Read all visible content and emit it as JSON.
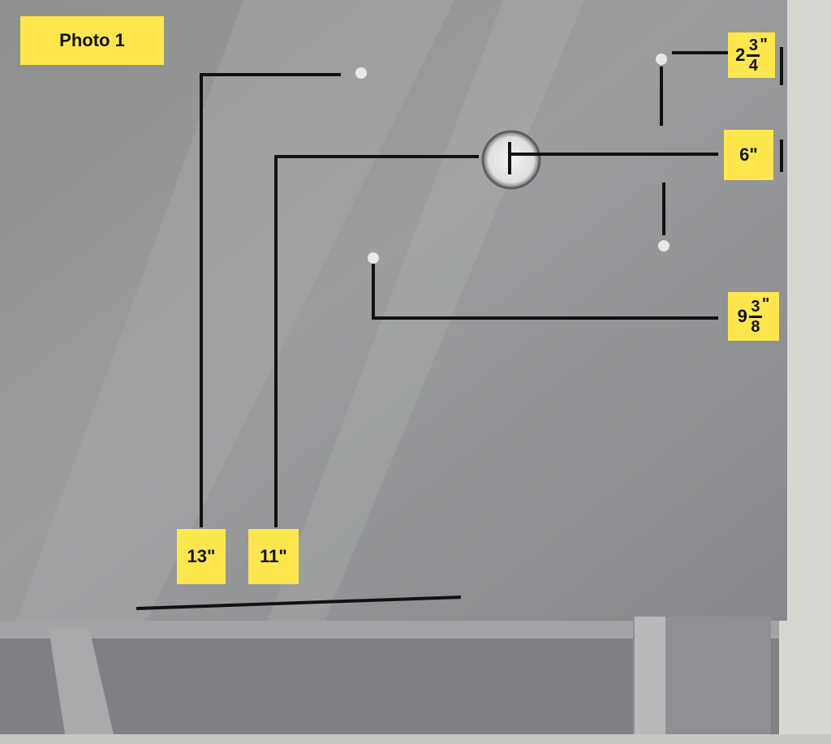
{
  "title": "Photo 1",
  "measurements": {
    "m13": "13\"",
    "m11": "11\"",
    "m6": "6\"",
    "m2_3_4": {
      "whole": "2",
      "num": "3",
      "den": "4",
      "unit": "\""
    },
    "m9_3_8": {
      "whole": "9",
      "num": "3",
      "den": "8",
      "unit": "\""
    }
  },
  "colors": {
    "label": "#fde74c",
    "panel": "#8e8f91",
    "line": "#111111"
  }
}
